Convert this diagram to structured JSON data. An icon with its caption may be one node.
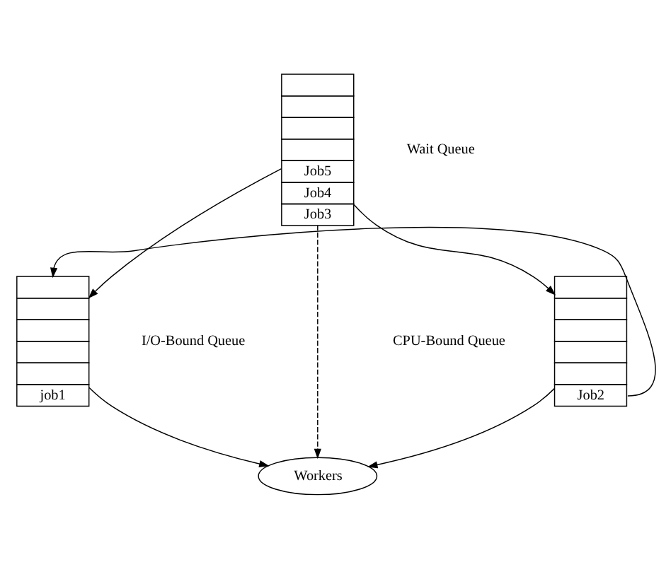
{
  "diagram": {
    "nodes": [
      {
        "text": [
          "Job5",
          "Job4",
          "Job3"
        ],
        "beside": [
          "Wait Queue"
        ]
      },
      {
        "text": [
          "Job2"
        ],
        "beside": [
          "CPU-Bound Queue"
        ]
      },
      {
        "text": [
          "job1"
        ],
        "beside": [
          "I/O-Bound Queue"
        ]
      },
      {
        "text": [
          "Workers"
        ]
      }
    ],
    "edges": [
      {
        "from": 0,
        "to": 1,
        "arrow": "to"
      },
      {
        "from": 0,
        "to": 2,
        "arrow": "to"
      },
      {
        "from": 0,
        "to": 3,
        "arrow": "to",
        "style": "dashed"
      },
      {
        "from": 1,
        "to": 2,
        "arrow": "to"
      },
      {
        "from": 1,
        "to": 3,
        "arrow": "to"
      },
      {
        "from": 2,
        "to": 3,
        "arrow": "to"
      }
    ]
  }
}
